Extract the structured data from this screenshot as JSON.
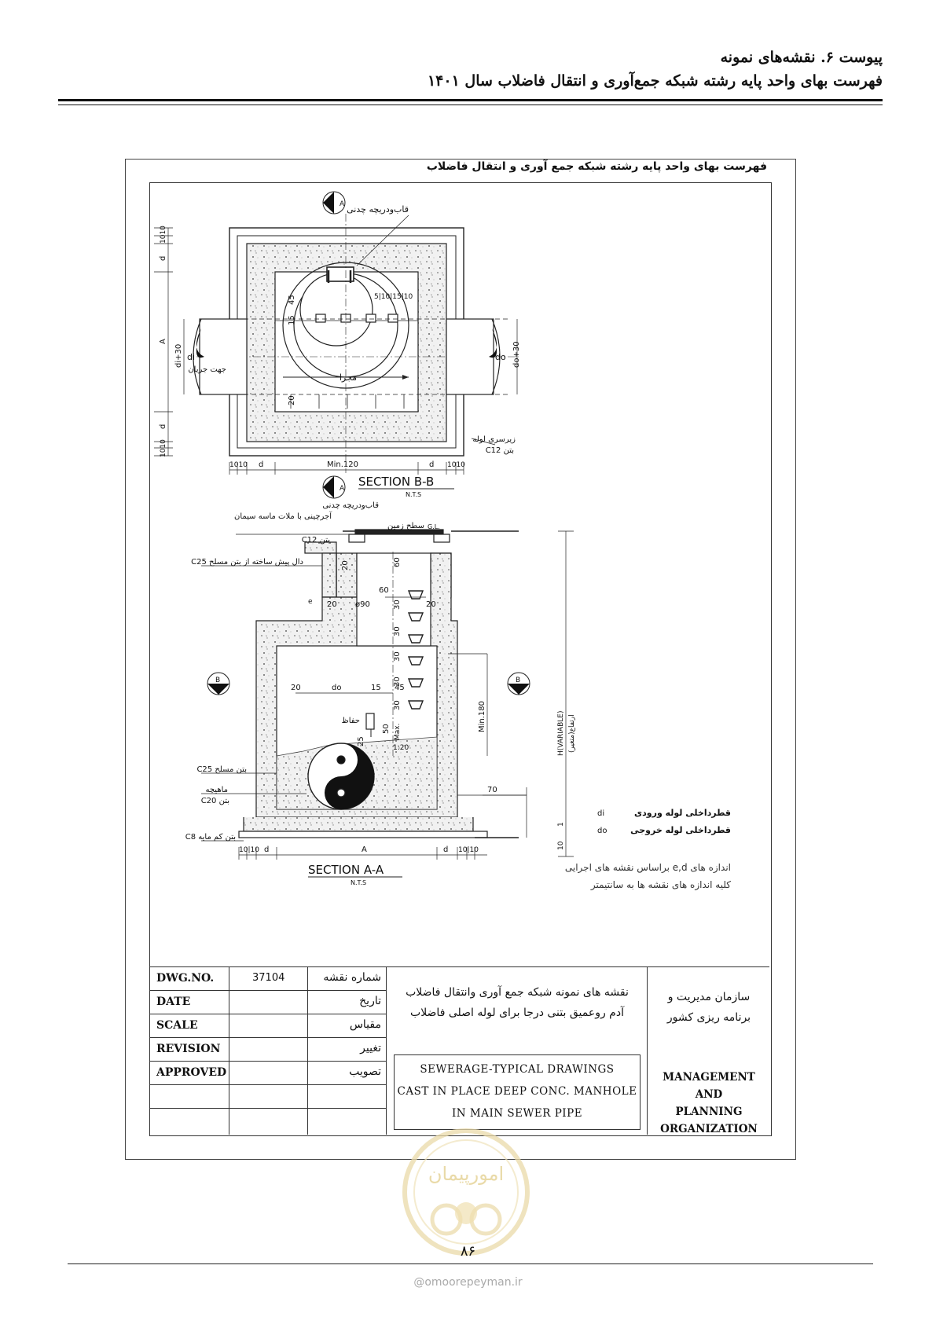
{
  "header": {
    "line1": "پیوست ۶. نقشه‌های نمونه",
    "line2": "فهرست بهای واحد پایه رشته شبکه جمع‌آوری و انتقال فاضلاب سال ۱۴۰۱"
  },
  "sheet_title": "فهرست بهای واحد پایه رشته شبکه جمع آوری و انتقال فاضلاب",
  "plan": {
    "cut_marker": "A",
    "cover_label": "قاب‌ودریچه چدنی",
    "flow_label": "جهت جریان",
    "channel_label": "مجرا",
    "bedding_label": "زیرسری لوله",
    "bedding_concrete": "بتن C12",
    "inlet_label": "di",
    "outlet_label": "do",
    "dim_inlet": "di+30",
    "dim_outlet": "do+30",
    "dim_a": "A",
    "dim_d": "d",
    "dim_1010": "1010",
    "dim_min120": "Min.120",
    "dim_45": "45",
    "dim_15": "15",
    "dim_20": "20",
    "dim_5101510": "5|10|15|10",
    "section_title": "SECTION B-B",
    "section_scale": "N.T.S"
  },
  "section": {
    "cut_marker": "B",
    "cover_label": "قاب‌ودریچه چدنی",
    "masonry_label": "آجرچینی با ملات ماسه سیمان",
    "ground_label": "سطح زمین",
    "gl_label": "G.L.",
    "c12_label": "بتن C12",
    "slab_label": "دال پیش ساخته از بتن مسلح C25",
    "rc_label": "بتن مسلح C25",
    "benching_label": "ماهیچه",
    "benching_concrete": "بتن C20",
    "lean_label": "بتن کم مایه C8",
    "guard_label": "حفاظ",
    "dim_60a": "60",
    "dim_60b": "60",
    "dim_20": "20",
    "dim_30": "30",
    "dim_phi90": "ø90",
    "dim_do": "do",
    "dim_15": "15",
    "dim_45": "45",
    "dim_25": "25",
    "dim_50": "50",
    "dim_max": "Max.",
    "dim_slope": "1:20",
    "dim_min180": "Min.180",
    "dim_70": "70",
    "dim_h": "H(VARIABLE)",
    "dim_h_fa": "ارتفاع(متغیر)",
    "dim_e": "e",
    "dim_a": "A",
    "dim_d": "d",
    "dim_1010": "10|10",
    "dim_10": "10",
    "dim_1": "1",
    "section_title": "SECTION A-A",
    "section_scale": "N.T.S",
    "legend": [
      {
        "symbol": "di",
        "text": "قطرداخلی لوله ورودی"
      },
      {
        "symbol": "do",
        "text": "قطرداخلی لوله خروجی"
      }
    ],
    "note1": "اندازه های e,d براساس نقشه های اجرایی",
    "note2": "کلیه اندازه های نقشه ها به سانتیمتر"
  },
  "title_block": {
    "rows": [
      {
        "en": "DWG.NO.",
        "value": "37104",
        "fa": "شماره نقشه"
      },
      {
        "en": "DATE",
        "value": "",
        "fa": "تاریخ"
      },
      {
        "en": "SCALE",
        "value": "",
        "fa": "مقیاس"
      },
      {
        "en": "REVISION",
        "value": "",
        "fa": "تغییر"
      },
      {
        "en": "APPROVED",
        "value": "",
        "fa": "تصویب"
      }
    ],
    "title_fa_1": "نقشه های نمونه شبکه جمع آوری وانتقال فاضلاب",
    "title_fa_2": "آدم روعمیق بتنی درجا برای لوله اصلی فاضلاب",
    "title_en_1": "SEWERAGE-TYPICAL DRAWINGS",
    "title_en_2": "CAST IN PLACE DEEP CONC. MANHOLE",
    "title_en_3": "IN MAIN SEWER PIPE",
    "org_fa_1": "سازمان مدیریت و",
    "org_fa_2": "برنامه ریزی کشور",
    "org_en_1": "MANAGEMENT AND",
    "org_en_2": "PLANNING",
    "org_en_3": "ORGANIZATION"
  },
  "watermark": {
    "text": "امورپیمان"
  },
  "footer": {
    "page_number": "۸۶",
    "site": "@omoorepeyman.ir"
  }
}
